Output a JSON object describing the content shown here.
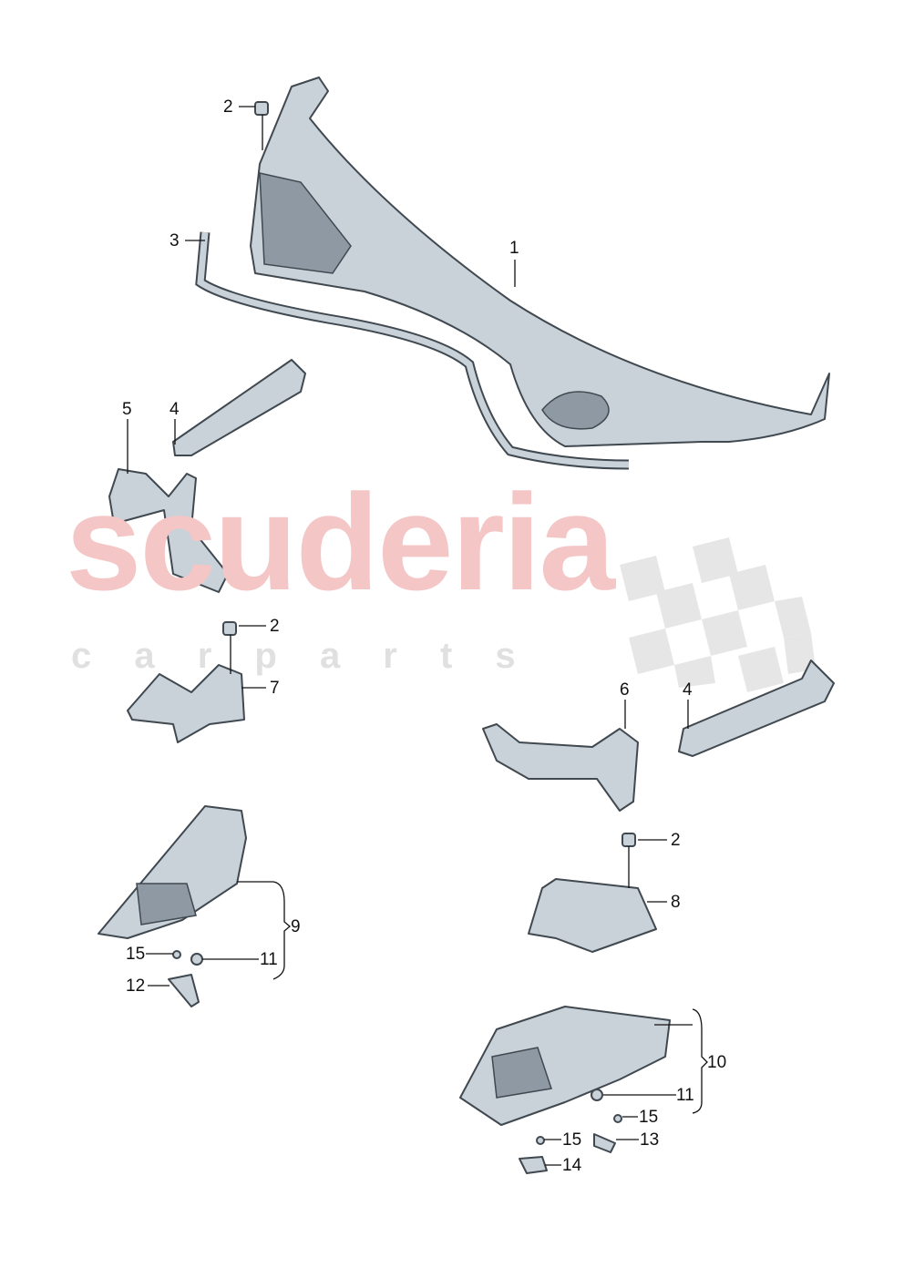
{
  "watermark": {
    "brand": "scuderia",
    "sub": "c a r p a r t s"
  },
  "colors": {
    "part_fill": "#c9d1d9",
    "part_outline": "#404850",
    "watermark_red": "#f4c6c6",
    "watermark_gray": "#e0e0e0"
  },
  "callouts": [
    {
      "id": "c1",
      "text": "2"
    },
    {
      "id": "c2",
      "text": "3"
    },
    {
      "id": "c3",
      "text": "1"
    },
    {
      "id": "c4",
      "text": "5"
    },
    {
      "id": "c5",
      "text": "4"
    },
    {
      "id": "c6",
      "text": "2"
    },
    {
      "id": "c7",
      "text": "7"
    },
    {
      "id": "c8",
      "text": "6"
    },
    {
      "id": "c9",
      "text": "4"
    },
    {
      "id": "c10",
      "text": "2"
    },
    {
      "id": "c11",
      "text": "8"
    },
    {
      "id": "c12",
      "text": "9"
    },
    {
      "id": "c13",
      "text": "15"
    },
    {
      "id": "c14",
      "text": "11"
    },
    {
      "id": "c15",
      "text": "12"
    },
    {
      "id": "c16",
      "text": "10"
    },
    {
      "id": "c17",
      "text": "11"
    },
    {
      "id": "c18",
      "text": "15"
    },
    {
      "id": "c19",
      "text": "13"
    },
    {
      "id": "c20",
      "text": "15"
    },
    {
      "id": "c21",
      "text": "14"
    }
  ]
}
